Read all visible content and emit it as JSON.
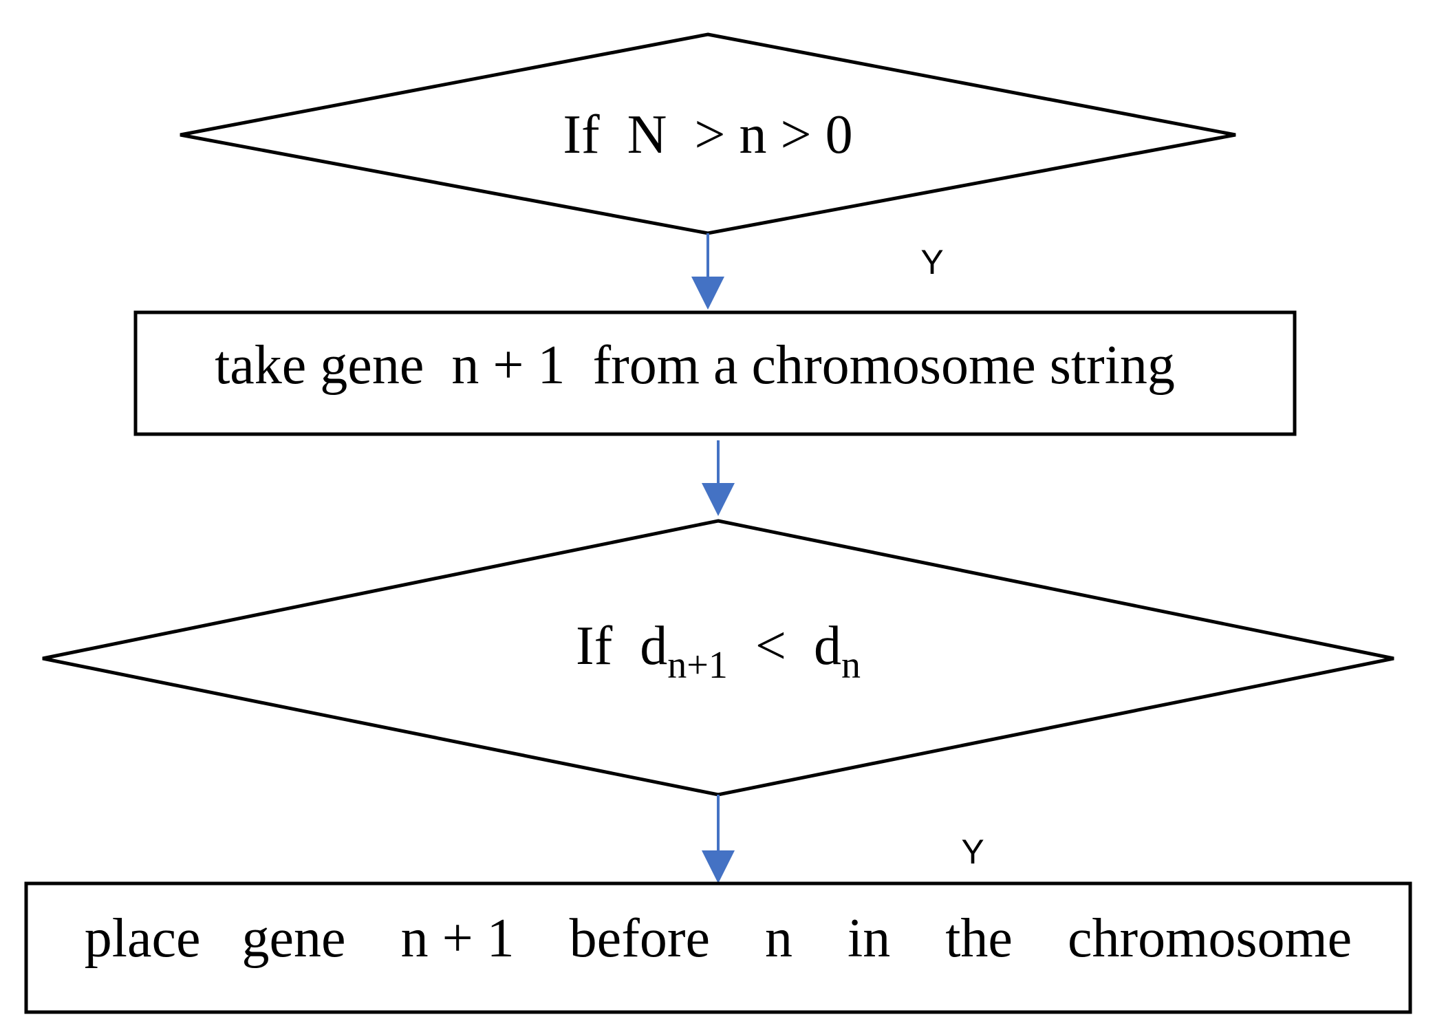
{
  "flowchart": {
    "decision1": {
      "text": "If  N  > n > 0"
    },
    "branch1": {
      "label": "Y"
    },
    "process1": {
      "text": "take gene  n + 1  from a chromosome string"
    },
    "decision2": {
      "prefix": "If  d",
      "subscript1": "n+1",
      "middle": "  <  d",
      "subscript2": "n"
    },
    "branch2": {
      "label": "Y"
    },
    "process2": {
      "text": "place   gene    n + 1    before    n    in    the    chromosome"
    },
    "colors": {
      "outline": "#000000",
      "arrow": "#4472c4",
      "background": "#ffffff"
    }
  }
}
